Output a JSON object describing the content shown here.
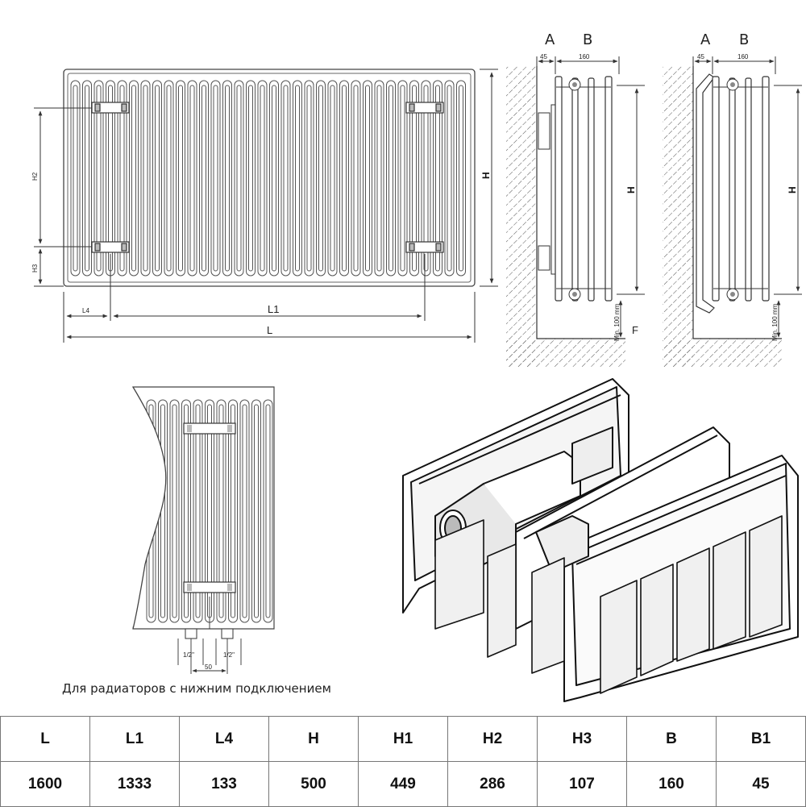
{
  "front_view": {
    "labels": {
      "l": "L",
      "l1": "L1",
      "l4": "L4",
      "h": "H",
      "h2": "H2",
      "h3": "H3"
    }
  },
  "side_view_standard": {
    "a": "A",
    "b": "B",
    "dim_a": "45",
    "dim_b": "160",
    "h": "H",
    "min_clearance": "Min. 100 mm",
    "f": "F"
  },
  "side_view_hygienic": {
    "a": "A",
    "b": "B",
    "dim_a": "45",
    "dim_b": "160",
    "h": "H",
    "min_clearance": "Min. 100 mm"
  },
  "bottom_connection_detail": {
    "thread_left": "1/2\"",
    "thread_right": "1/2\"",
    "spacing": "50"
  },
  "caption": "Для радиаторов с нижним подключением",
  "spec_table": {
    "headers": [
      "L",
      "L1",
      "L4",
      "H",
      "H1",
      "H2",
      "H3",
      "B",
      "B1"
    ],
    "values": [
      "1600",
      "1333",
      "133",
      "500",
      "449",
      "286",
      "107",
      "160",
      "45"
    ]
  }
}
